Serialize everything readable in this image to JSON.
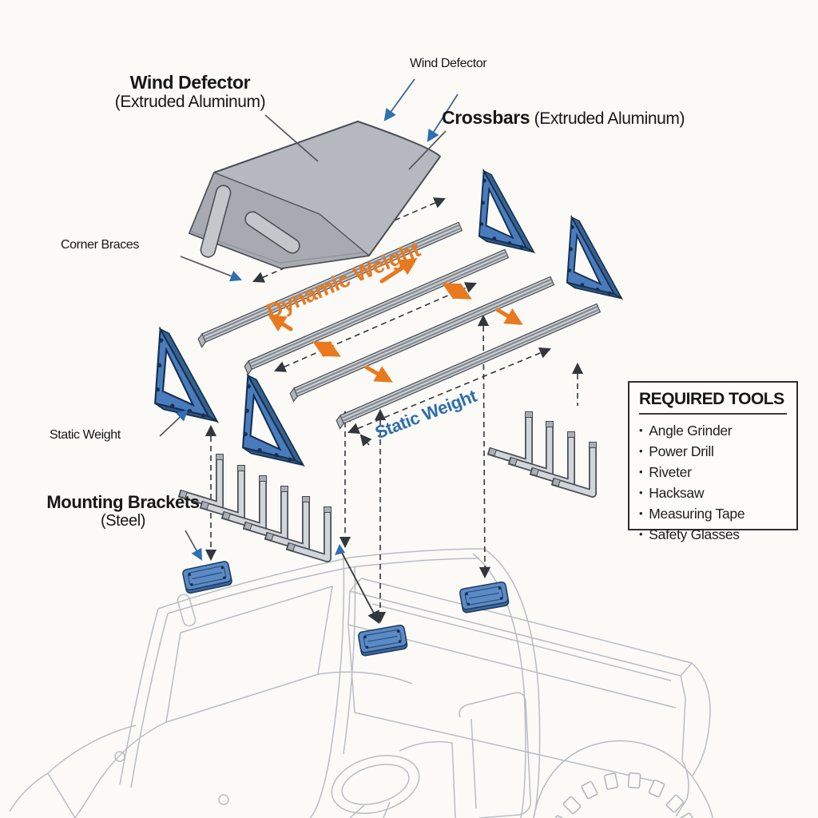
{
  "title": "Wind deflector roof rack exploded assembly diagram",
  "labels": {
    "wind_deflector_top": {
      "line1": "Wind Defector",
      "line2": "(Extruded Aluminum)"
    },
    "wind_deflector_right": "Wind Defector",
    "crossbars": {
      "bold": "Crossbars",
      "rest": " (Extruded Aluminum)"
    },
    "corner_braces": "Corner Braces",
    "dynamic_weight": "Dynamic Weight",
    "static_weight_diagonal": "Static Weight",
    "static_weight": "Static Weight",
    "mounting_brackets": {
      "line1": "Mounting Brackets",
      "line2": "(Steel)"
    }
  },
  "tools_box": {
    "title": "REQUIRED TOOLS",
    "items": [
      "Angle Grinder",
      "Power Drill",
      "Riveter",
      "Hacksaw",
      "Measuring Tape",
      "Safety Glasses"
    ]
  },
  "part_counts": {
    "wind_deflector": 1,
    "crossbars": 4,
    "corner_braces": 4,
    "mounting_brackets": 10,
    "mounting_plates": 3
  },
  "colors": {
    "accent_orange": "#E8791F",
    "accent_blue_text": "#2C6EAD",
    "brace_blue": "#4A7CBD",
    "plate_blue": "#5B8AC4",
    "metal_gray": "#CDD1D5",
    "deflector_gray": "#B5B9BF",
    "outline_dark": "#44484D",
    "vehicle_line_gray": "#ADB3BA"
  }
}
